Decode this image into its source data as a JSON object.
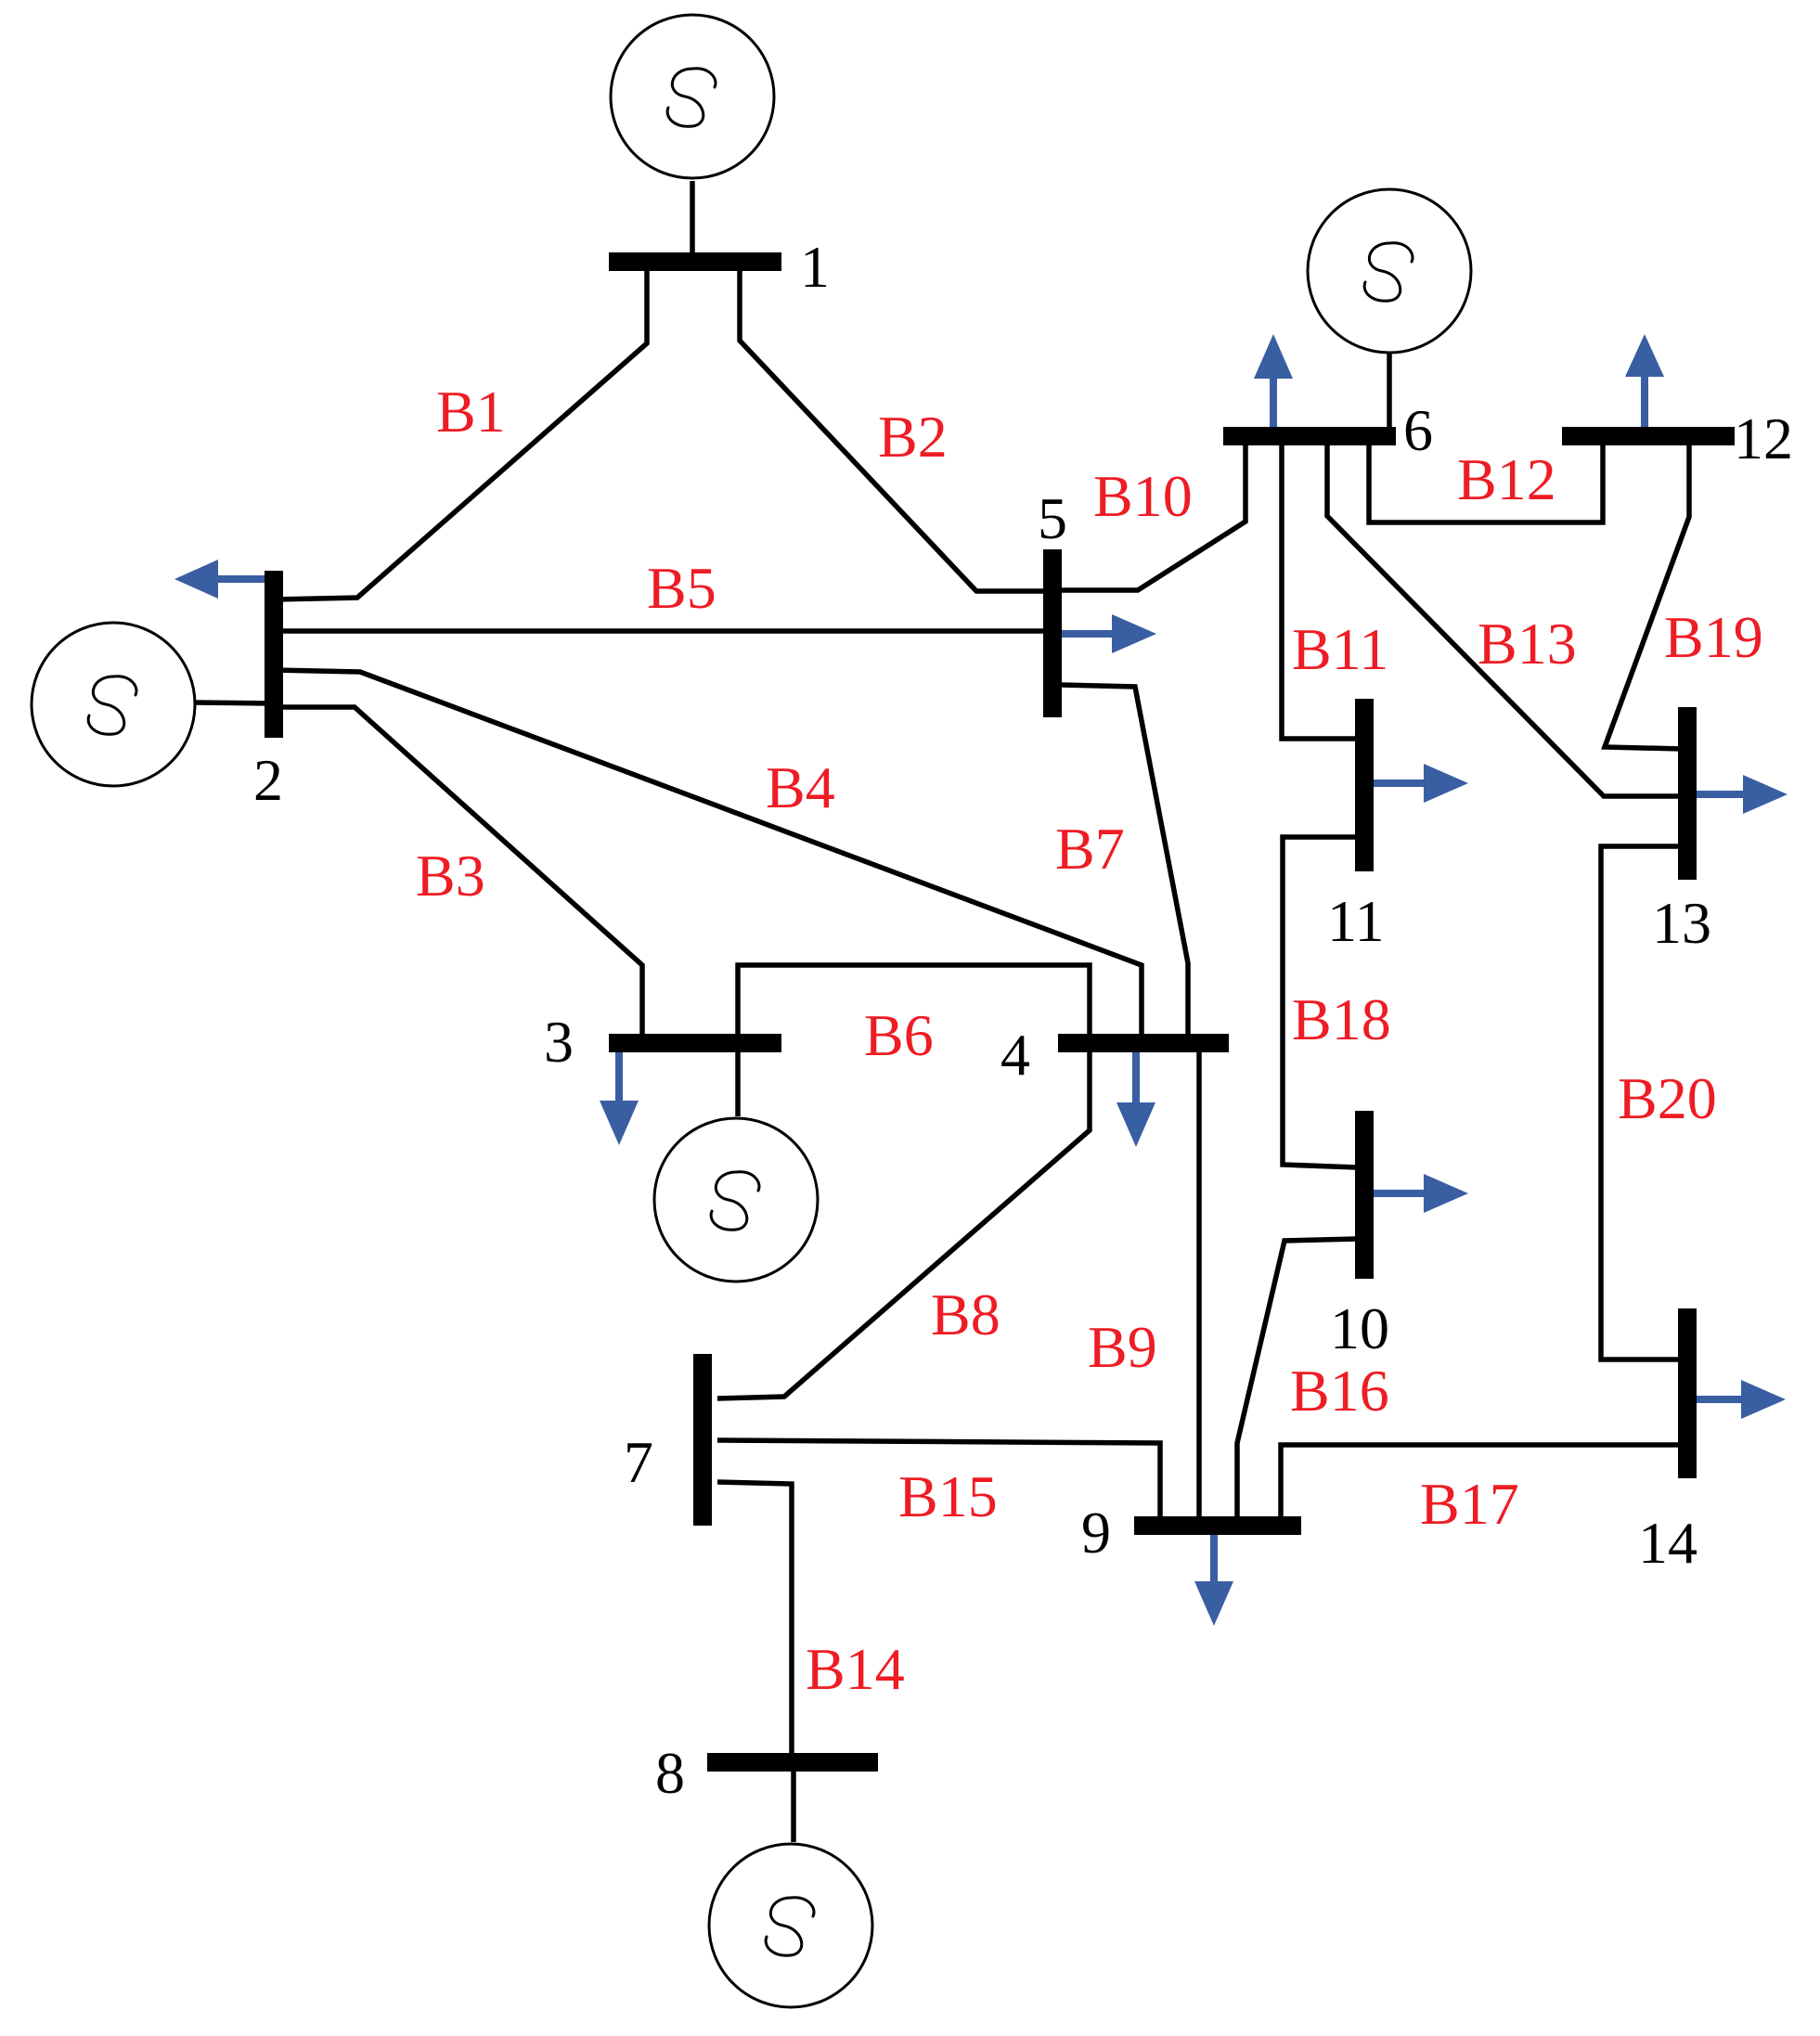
{
  "colors": {
    "line": "#000000",
    "branch_label": "#ee1c24",
    "load_arrow": "#3a5ea2",
    "background": "#ffffff"
  },
  "icons": {
    "generator": "generator-icon",
    "load": "load-arrow-icon"
  },
  "buses": [
    {
      "id": "1",
      "label": "1"
    },
    {
      "id": "2",
      "label": "2"
    },
    {
      "id": "3",
      "label": "3"
    },
    {
      "id": "4",
      "label": "4"
    },
    {
      "id": "5",
      "label": "5"
    },
    {
      "id": "6",
      "label": "6"
    },
    {
      "id": "7",
      "label": "7"
    },
    {
      "id": "8",
      "label": "8"
    },
    {
      "id": "9",
      "label": "9"
    },
    {
      "id": "10",
      "label": "10"
    },
    {
      "id": "11",
      "label": "11"
    },
    {
      "id": "12",
      "label": "12"
    },
    {
      "id": "13",
      "label": "13"
    },
    {
      "id": "14",
      "label": "14"
    }
  ],
  "branches": [
    {
      "id": "B1",
      "label": "B1",
      "from": "1",
      "to": "2"
    },
    {
      "id": "B2",
      "label": "B2",
      "from": "1",
      "to": "5"
    },
    {
      "id": "B3",
      "label": "B3",
      "from": "2",
      "to": "3"
    },
    {
      "id": "B4",
      "label": "B4",
      "from": "2",
      "to": "4"
    },
    {
      "id": "B5",
      "label": "B5",
      "from": "2",
      "to": "5"
    },
    {
      "id": "B6",
      "label": "B6",
      "from": "3",
      "to": "4"
    },
    {
      "id": "B7",
      "label": "B7",
      "from": "4",
      "to": "5"
    },
    {
      "id": "B8",
      "label": "B8",
      "from": "4",
      "to": "7"
    },
    {
      "id": "B9",
      "label": "B9",
      "from": "4",
      "to": "9"
    },
    {
      "id": "B10",
      "label": "B10",
      "from": "5",
      "to": "6"
    },
    {
      "id": "B11",
      "label": "B11",
      "from": "6",
      "to": "11"
    },
    {
      "id": "B12",
      "label": "B12",
      "from": "6",
      "to": "12"
    },
    {
      "id": "B13",
      "label": "B13",
      "from": "6",
      "to": "13"
    },
    {
      "id": "B14",
      "label": "B14",
      "from": "7",
      "to": "8"
    },
    {
      "id": "B15",
      "label": "B15",
      "from": "7",
      "to": "9"
    },
    {
      "id": "B16",
      "label": "B16",
      "from": "9",
      "to": "10"
    },
    {
      "id": "B17",
      "label": "B17",
      "from": "9",
      "to": "14"
    },
    {
      "id": "B18",
      "label": "B18",
      "from": "10",
      "to": "11"
    },
    {
      "id": "B19",
      "label": "B19",
      "from": "12",
      "to": "13"
    },
    {
      "id": "B20",
      "label": "B20",
      "from": "13",
      "to": "14"
    }
  ],
  "generators": [
    "1",
    "2",
    "3",
    "6",
    "8"
  ],
  "loads": [
    "2",
    "3",
    "4",
    "5",
    "6",
    "9",
    "10",
    "11",
    "12",
    "13",
    "14"
  ]
}
